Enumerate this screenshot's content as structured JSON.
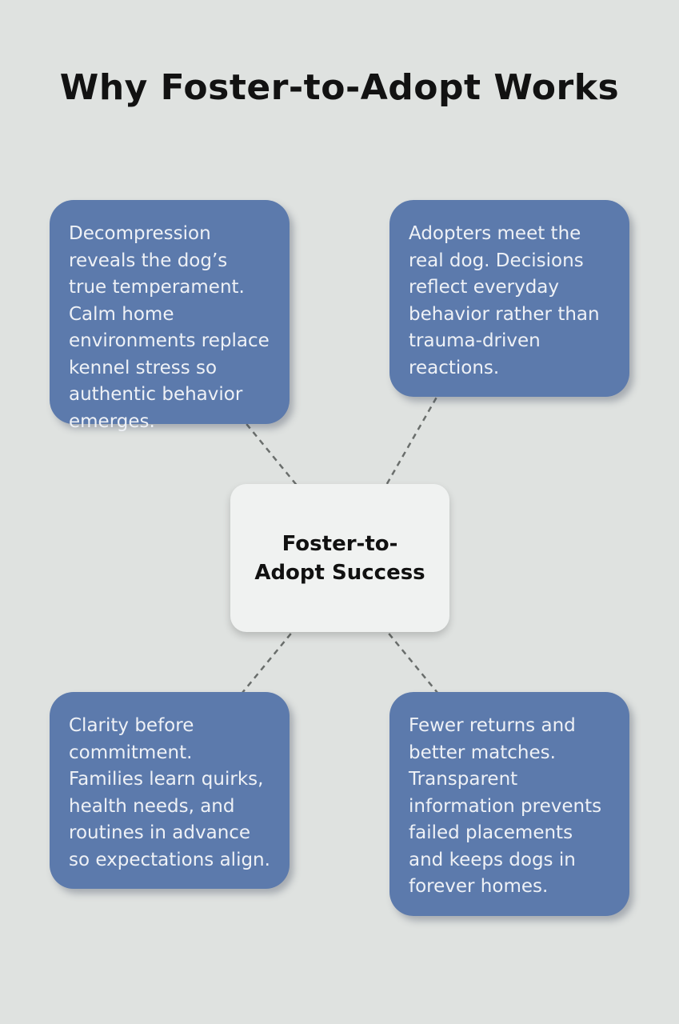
{
  "title": "Why Foster-to-Adopt Works",
  "center": {
    "label": "Foster-to-Adopt Success"
  },
  "nodes": [
    {
      "id": "top-left",
      "text": "Decompression reveals the dog’s true temperament. Calm home environments replace kennel stress so authentic behavior emerges."
    },
    {
      "id": "top-right",
      "text": "Adopters meet the real dog. Decisions reflect everyday behavior rather than trauma-driven reactions."
    },
    {
      "id": "bottom-left",
      "text": "Clarity before commitment. Families learn quirks, health needs, and routines in advance so expectations align."
    },
    {
      "id": "bottom-right",
      "text": "Fewer returns and better matches. Transparent information prevents failed placements and keeps dogs in forever homes."
    }
  ],
  "colors": {
    "background": "#dfe2e0",
    "node_fill": "#5c7aac",
    "node_text": "#eef1f6",
    "center_fill": "#f0f2f1",
    "center_text": "#111111",
    "connector": "#6a6e6c"
  }
}
